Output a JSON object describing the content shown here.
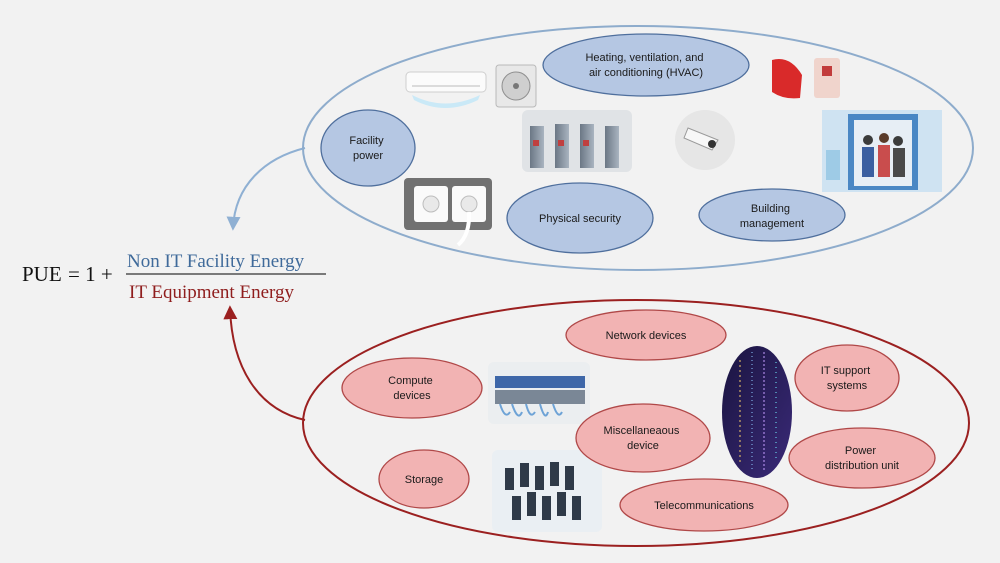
{
  "formula": {
    "lhs": "PUE",
    "eq": "= 1 +",
    "numerator": "Non IT Facility Energy",
    "denominator": "IT Equipment Energy",
    "numerator_color": "#3f6a9a",
    "denominator_color": "#8f1d1d"
  },
  "colors": {
    "facility_ellipse_stroke": "#8eaccc",
    "facility_node_fill": "#b5c7e3",
    "facility_node_stroke": "#4f6f9d",
    "it_ellipse_stroke": "#9b2020",
    "it_node_fill": "#f2b3b3",
    "it_node_stroke": "#b04848",
    "facility_arrow": "#8fb0d3",
    "it_arrow": "#9b2020"
  },
  "facility": {
    "nodes": [
      {
        "id": "hvac",
        "lines": [
          "Heating, ventilation, and",
          "air conditioning (HVAC)"
        ]
      },
      {
        "id": "facility-power",
        "lines": [
          "Facility",
          "power"
        ]
      },
      {
        "id": "physical-security",
        "lines": [
          "Physical security"
        ]
      },
      {
        "id": "building-management",
        "lines": [
          "Building",
          "management"
        ]
      }
    ],
    "images": [
      "air-conditioner-icon",
      "outdoor-ac-unit-icon",
      "fire-alarm-icon",
      "turnstile-gates-icon",
      "security-camera-icon",
      "elevator-icon",
      "wall-socket-icon"
    ]
  },
  "it": {
    "nodes": [
      {
        "id": "network-devices",
        "lines": [
          "Network devices"
        ]
      },
      {
        "id": "compute-devices",
        "lines": [
          "Compute",
          "devices"
        ]
      },
      {
        "id": "it-support-systems",
        "lines": [
          "IT support",
          "systems"
        ]
      },
      {
        "id": "miscellaneous-device",
        "lines": [
          "Miscellaneaous",
          "device"
        ]
      },
      {
        "id": "power-distribution-unit",
        "lines": [
          "Power",
          "distribution unit"
        ]
      },
      {
        "id": "storage",
        "lines": [
          "Storage"
        ]
      },
      {
        "id": "telecommunications",
        "lines": [
          "Telecommunications"
        ]
      }
    ],
    "images": [
      "network-switch-icon",
      "server-rack-lights-icon",
      "server-room-icon"
    ]
  }
}
